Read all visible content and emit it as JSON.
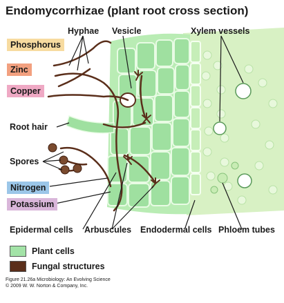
{
  "title": "Endomycorrhizae (plant root cross section)",
  "labels": {
    "hyphae": "Hyphae",
    "vesicle": "Vesicle",
    "xylem": "Xylem vessels",
    "root_hair": "Root hair",
    "spores": "Spores",
    "epidermal": "Epidermal cells",
    "arbuscules": "Arbuscules",
    "endodermal": "Endodermal cells",
    "phloem": "Phloem tubes"
  },
  "nutrients": [
    {
      "label": "Phosphorus",
      "color": "#f7dba0"
    },
    {
      "label": "Zinc",
      "color": "#f2a07f"
    },
    {
      "label": "Copper",
      "color": "#efa9c4"
    },
    {
      "label": "Nitrogen",
      "color": "#9bc6e8"
    },
    {
      "label": "Potassium",
      "color": "#d9b6da"
    }
  ],
  "legend": [
    {
      "label": "Plant cells",
      "color": "#a3e3a7",
      "icon": "plant-cells-swatch"
    },
    {
      "label": "Fungal structures",
      "color": "#5a2e1a",
      "icon": "fungal-structures-swatch"
    }
  ],
  "caption": {
    "line1": "Figure 21.26a  Microbiology: An Evolving Science",
    "line2": "© 2009 W. W. Norton & Company, Inc."
  },
  "colors": {
    "cell_fill": "#a6e5a6",
    "cell_edge": "#ffffff",
    "fungus": "#5a2e1a",
    "stele": "#d6f0c2"
  }
}
